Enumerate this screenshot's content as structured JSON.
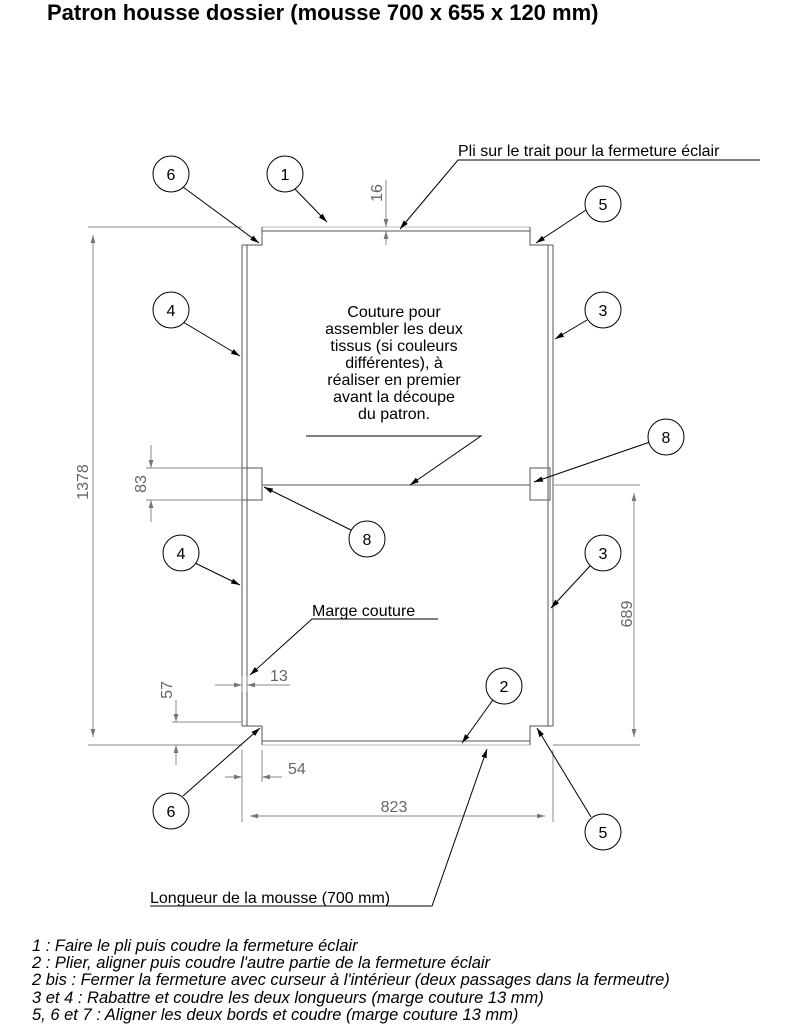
{
  "title": "Patron housse dossier (mousse 700 x 655 x 120 mm)",
  "labels": {
    "fold": "Pli sur le trait pour la fermeture éclair",
    "seam_allowance": "Marge couture",
    "foam_length": "Longueur de la mousse (700 mm)",
    "center_note": [
      "Couture pour",
      "assembler les deux",
      "tissus (si couleurs",
      "différentes), à",
      "réaliser en premier",
      "avant la découpe",
      "du patron."
    ]
  },
  "dimensions": {
    "height_total": "1378",
    "notch": "83",
    "half_height": "689",
    "top_offset": "16",
    "seam": "13",
    "corner_v": "57",
    "corner_h": "54",
    "width": "823"
  },
  "callouts": {
    "c1": "1",
    "c2": "2",
    "c3a": "3",
    "c3b": "3",
    "c4a": "4",
    "c4b": "4",
    "c5a": "5",
    "c5b": "5",
    "c6a": "6",
    "c6b": "6",
    "c8a": "8",
    "c8b": "8"
  },
  "notes": [
    "1 : Faire le pli puis coudre la fermeture éclair",
    "2 : Plier, aligner puis coudre l'autre partie de la fermeture éclair",
    "2 bis : Fermer la fermeture avec curseur à l'intérieur (deux passages dans la fermeutre)",
    "3 et 4 : Rabattre et coudre les deux longueurs (marge couture 13 mm)",
    "5, 6 et 7 : Aligner les deux bords et coudre (marge couture 13 mm)"
  ]
}
